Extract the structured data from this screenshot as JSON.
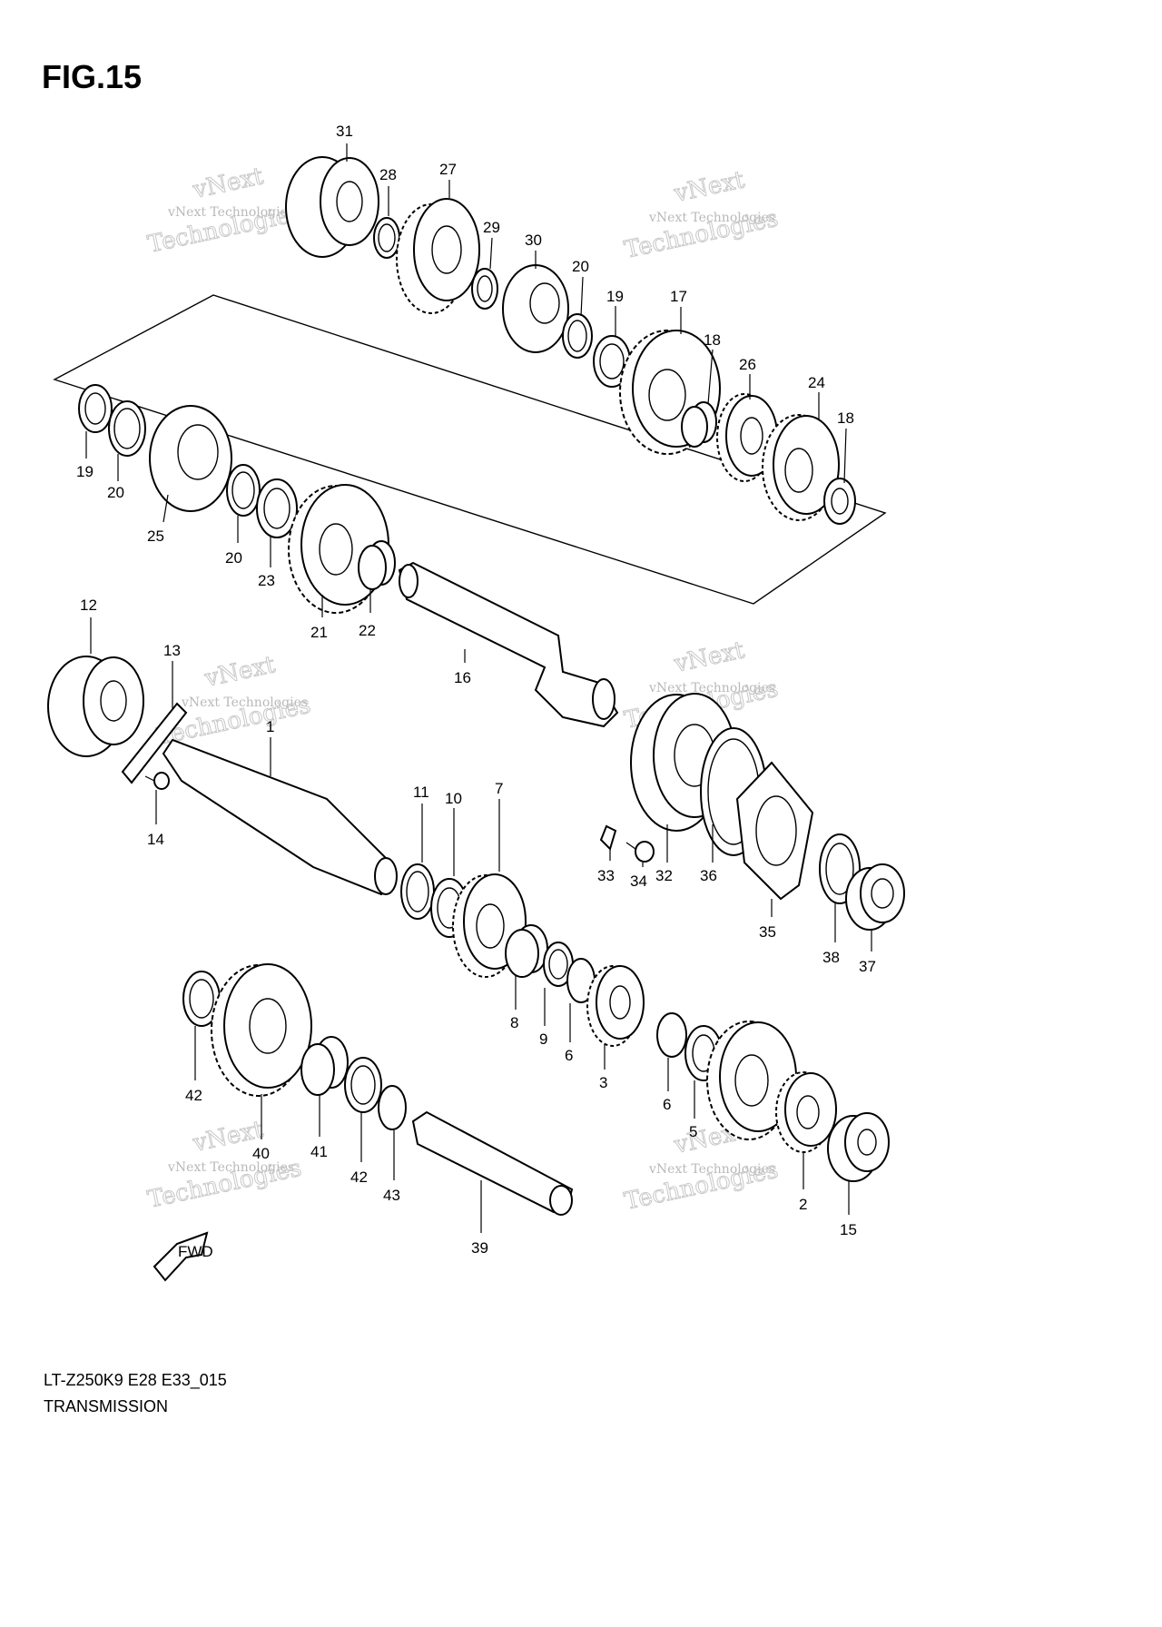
{
  "figure": {
    "title": "FIG.15"
  },
  "watermark": {
    "line1": "vNext Technologies",
    "line2": "vNext",
    "line3": "Technologies"
  },
  "parts": [
    {
      "label": "31"
    },
    {
      "label": "28"
    },
    {
      "label": "27"
    },
    {
      "label": "29"
    },
    {
      "label": "30"
    },
    {
      "label": "20"
    },
    {
      "label": "19"
    },
    {
      "label": "17"
    },
    {
      "label": "18"
    },
    {
      "label": "26"
    },
    {
      "label": "24"
    },
    {
      "label": "18"
    },
    {
      "label": "19"
    },
    {
      "label": "20"
    },
    {
      "label": "25"
    },
    {
      "label": "20"
    },
    {
      "label": "23"
    },
    {
      "label": "21"
    },
    {
      "label": "22"
    },
    {
      "label": "16"
    },
    {
      "label": "12"
    },
    {
      "label": "13"
    },
    {
      "label": "1"
    },
    {
      "label": "14"
    },
    {
      "label": "11"
    },
    {
      "label": "10"
    },
    {
      "label": "7"
    },
    {
      "label": "33"
    },
    {
      "label": "34"
    },
    {
      "label": "32"
    },
    {
      "label": "36"
    },
    {
      "label": "35"
    },
    {
      "label": "38"
    },
    {
      "label": "37"
    },
    {
      "label": "8"
    },
    {
      "label": "9"
    },
    {
      "label": "6"
    },
    {
      "label": "3"
    },
    {
      "label": "6"
    },
    {
      "label": "5"
    },
    {
      "label": "42"
    },
    {
      "label": "40"
    },
    {
      "label": "41"
    },
    {
      "label": "42"
    },
    {
      "label": "43"
    },
    {
      "label": "39"
    },
    {
      "label": "2"
    },
    {
      "label": "15"
    }
  ],
  "direction_badge": {
    "label": "FWD"
  },
  "footer": {
    "model_code": "LT-Z250K9 E28 E33_015",
    "name": "TRANSMISSION"
  }
}
